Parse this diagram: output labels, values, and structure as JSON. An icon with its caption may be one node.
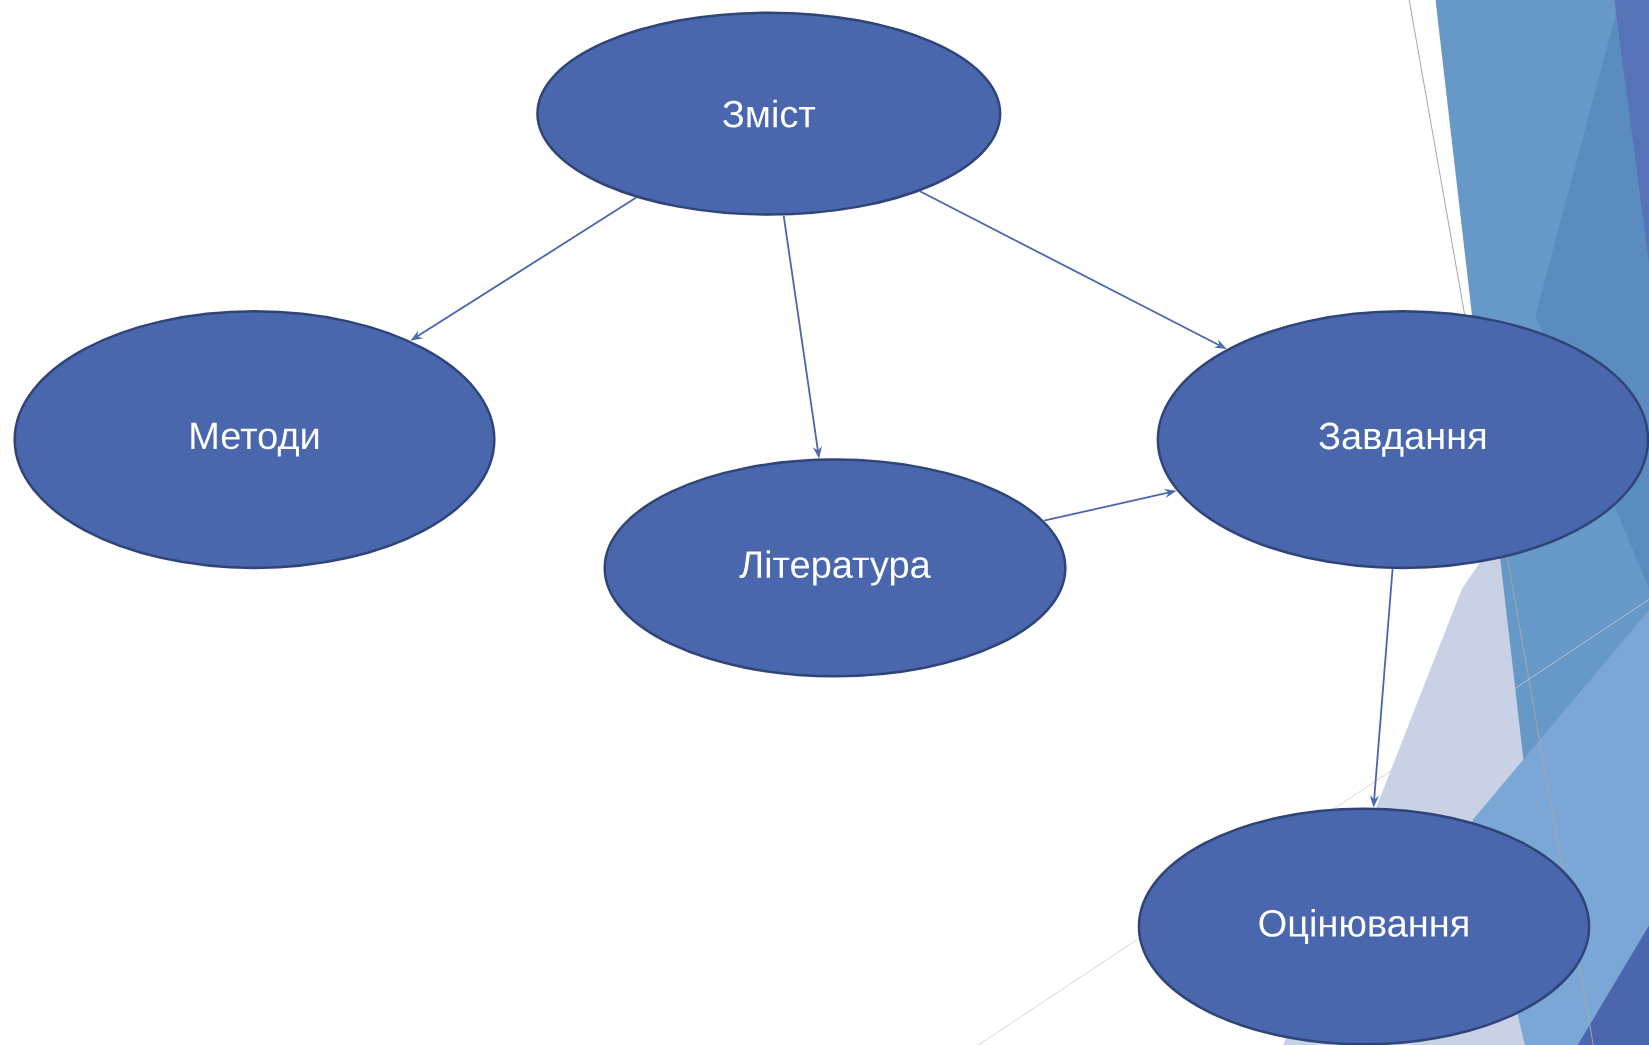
{
  "diagram": {
    "nodes": [
      {
        "text": [
          "Зміст"
        ]
      },
      {
        "text": [
          "Методи"
        ]
      },
      {
        "text": [
          "Література"
        ]
      },
      {
        "text": [
          "Завдання"
        ]
      },
      {
        "text": [
          "Оцінювання"
        ]
      }
    ],
    "edges": [
      {
        "from": 0,
        "to": 1,
        "arrow": "to"
      },
      {
        "from": 0,
        "to": 2,
        "arrow": "to"
      },
      {
        "from": 0,
        "to": 3,
        "arrow": "to"
      },
      {
        "from": 2,
        "to": 3,
        "arrow": "to"
      },
      {
        "from": 3,
        "to": 4,
        "arrow": "to"
      }
    ]
  }
}
